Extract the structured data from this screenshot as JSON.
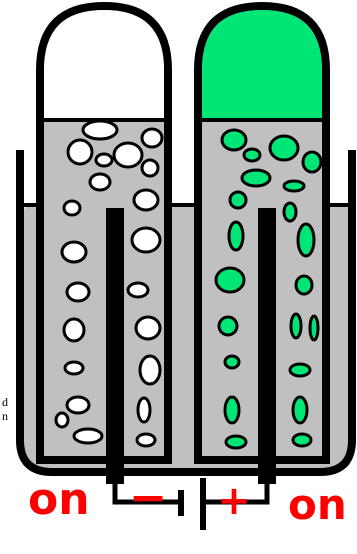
{
  "side_text": [
    "d",
    "n"
  ],
  "electrodes": {
    "left_label": "on",
    "right_label": "on",
    "negative_sign": "−",
    "positive_sign": "+"
  },
  "colors": {
    "background": "#ffffff",
    "electrolyte": "#c0c0c0",
    "gas_left": "#ffffff",
    "gas_right": "#00e676",
    "outline": "#000000",
    "label_red": "#ff0000"
  }
}
